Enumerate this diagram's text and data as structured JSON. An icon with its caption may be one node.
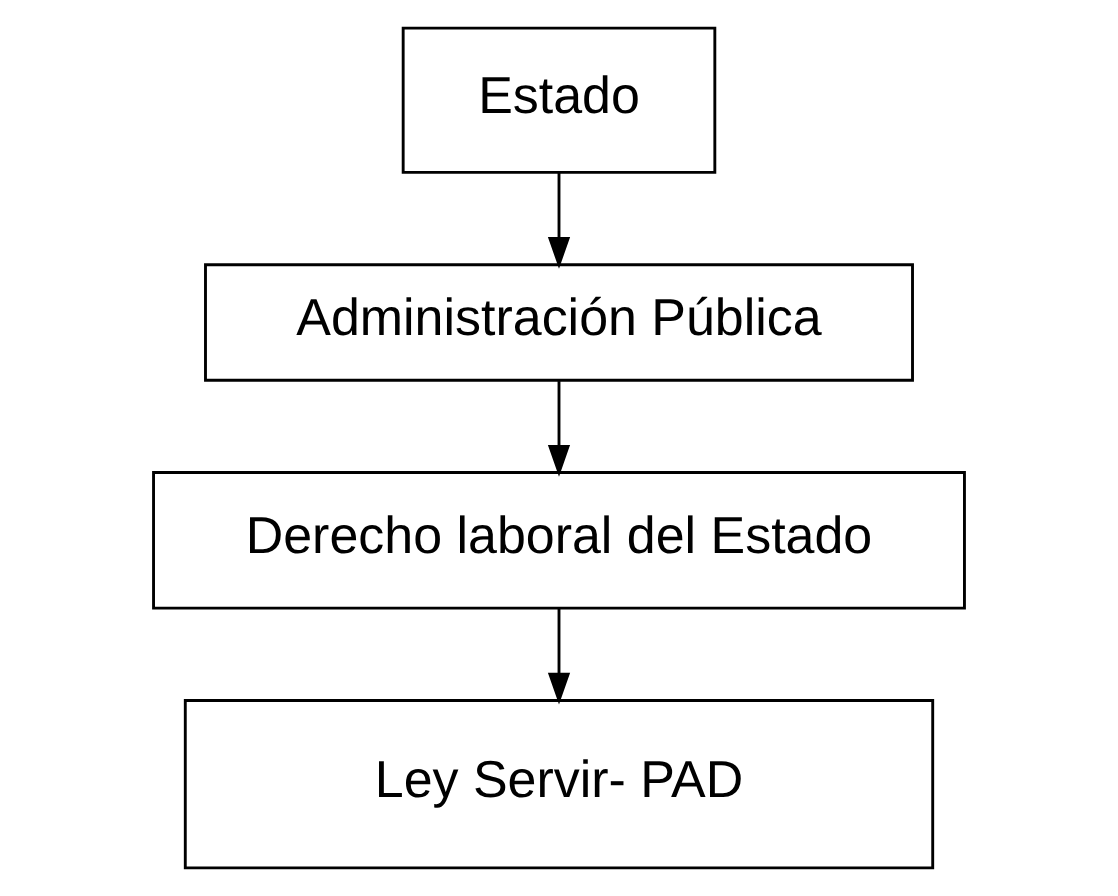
{
  "diagram": {
    "nodes": [
      {
        "text": [
          "Estado"
        ]
      },
      {
        "text": [
          "Administración Pública"
        ]
      },
      {
        "text": [
          "Derecho laboral del Estado"
        ]
      },
      {
        "text": [
          "Ley Servir- PAD"
        ]
      }
    ],
    "edges": [
      {
        "from": 0,
        "to": 1,
        "arrow": "to"
      },
      {
        "from": 1,
        "to": 2,
        "arrow": "to"
      },
      {
        "from": 2,
        "to": 3,
        "arrow": "to"
      }
    ]
  }
}
